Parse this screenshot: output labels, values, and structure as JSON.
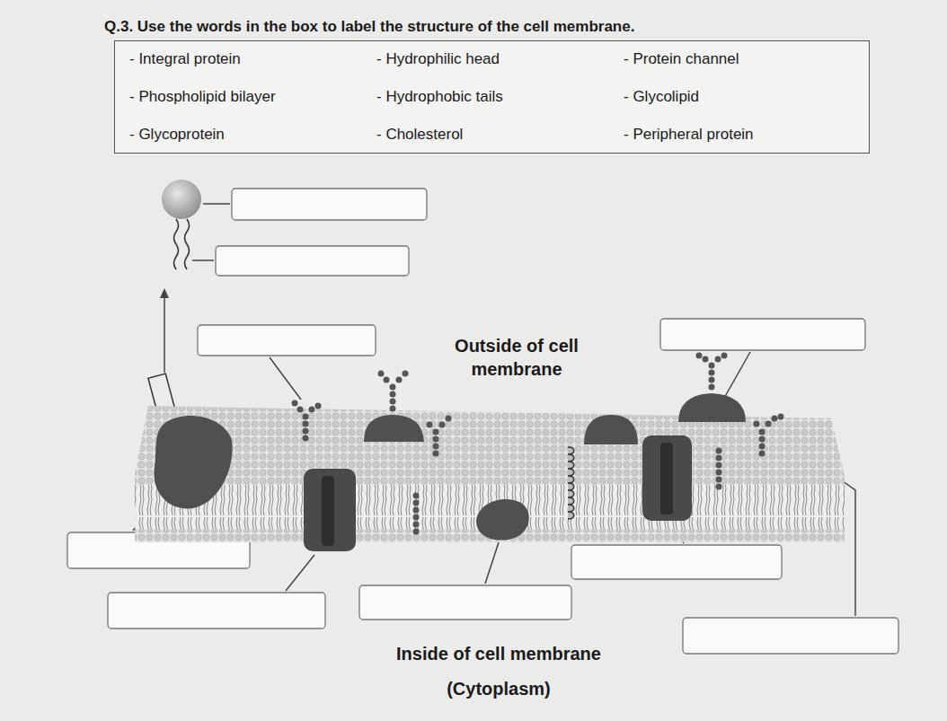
{
  "diagram": {
    "title": "Q.3. Use the words in the box to label the structure of the cell membrane.",
    "nodes": [
      {
        "text": [
          "- Integral protein",
          "- Hydrophilic head",
          "- Protein channel",
          "- Phospholipid bilayer",
          "- Hydrophobic tails",
          "- Glycolipid",
          "- Glycoprotein",
          "- Cholesterol",
          "- Peripheral protein"
        ]
      }
    ],
    "labels": [
      "Outside of cell membrane",
      "Inside of cell membrane",
      "(Cytoplasm)"
    ]
  }
}
